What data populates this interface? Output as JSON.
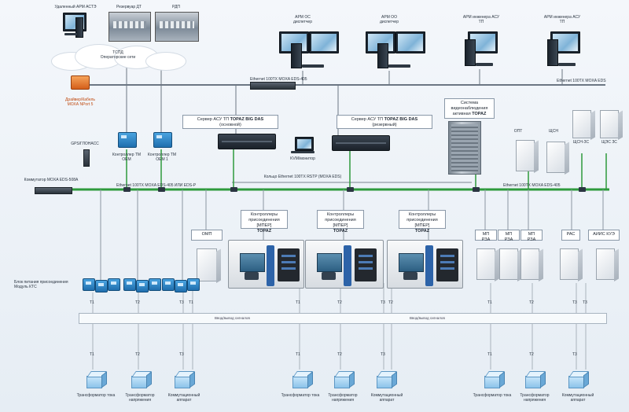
{
  "top": {
    "remote_arm": "Удаленный АРМ АСТЭ",
    "photo1": "Резервуар ДТ",
    "photo2": "РДП",
    "cloud_label1": "ТСПД",
    "cloud_label2": "Операторские сети",
    "arm_label": "Драйвер/Кабель",
    "arm_sub": "МОХА NPort 5"
  },
  "workstations": [
    {
      "name": "АРМ ОС",
      "sub": "диспетчер"
    },
    {
      "name": "АРМ ОО",
      "sub": "диспетчер"
    },
    {
      "name": "АРМ инженера АСУ",
      "sub": "ТП"
    },
    {
      "name": "АРМ инженера АСУ",
      "sub": "ТП"
    }
  ],
  "ethernet_top": {
    "left": "Ethernet 100TX MOXA EDS-405",
    "right": "Ethernet 100TX MOXA EDS"
  },
  "controllers_tm": [
    {
      "name": "Контроллер ТМ",
      "sub": "ОЕМ"
    },
    {
      "name": "Контроллер ТМ",
      "sub": "ОЕМ 1"
    }
  ],
  "servers": [
    {
      "line1": "Сервер АСУ ТП",
      "brand": "TOPAZ BIG DAS",
      "line2": "(основной)"
    },
    {
      "line1": "Сервер АСУ ТП",
      "brand": "TOPAZ BIG DAS",
      "line2": "(резервный)"
    }
  ],
  "sync_label": "KVM/монитор",
  "time_sync": "GPS/ГЛОНАСС",
  "video": {
    "line1": "Система",
    "line2": "видеонаблюдения",
    "line3": "активная",
    "brand": "TOPAZ"
  },
  "right_cabinets": [
    "ОПТ",
    "ЩСН",
    "ЩСН-ЗС",
    "ЩЭС ЗС"
  ],
  "ring_label": "Кольцо Ethernet 100TX RSTP (MOXA EDS)",
  "eth_left": "Ethernet 100TX MOXA EDS-405 ИЛИ EDS-P",
  "eth_right": "Ethernet 100TX MOXA EDS-405",
  "switch_left": "Коммутатор",
  "switch_left_sub": "MOXA EDS-508A",
  "gps": "GPS/ГЛОНАСС",
  "ctrl_cabinets": [
    {
      "line1": "Контроллеры",
      "line2": "присоединения [МПЕР]",
      "brand": "TOPAZ"
    },
    {
      "line1": "Контроллеры",
      "line2": "присоединения [МПЕР]",
      "brand": "TOPAZ"
    },
    {
      "line1": "Контроллеры",
      "line2": "присоединения [МПЕР]",
      "brand": "TOPAZ"
    }
  ],
  "omp": "ОМП",
  "mp_boxes": [
    "МП РЗА",
    "МП РЗА",
    "МП РЗА",
    "РАС",
    "АИИС КУЭ"
  ],
  "relays_label": "Блок питания присоединения",
  "relays_sub": "Модуль КТС",
  "tnums_mid": [
    "Т1",
    "Т2",
    "Т3",
    "Т1",
    "Т2",
    "Т3",
    "Т1",
    "Т2",
    "Т3",
    "Т1",
    "Т2",
    "Т3"
  ],
  "sep_left": "Ввод/вывод сигналов",
  "sep_right": "Ввод/вывод сигналов",
  "bottom_groups": [
    {
      "t": [
        "Т1",
        "Т2",
        "Т3"
      ],
      "labels": [
        "Трансформатор тока",
        "Трансформатор напряжения",
        "Коммутационный аппарат"
      ]
    },
    {
      "t": [
        "Т1",
        "Т2",
        "Т3"
      ],
      "labels": [
        "Трансформатор тока",
        "Трансформатор напряжения",
        "Коммутационный аппарат"
      ]
    },
    {
      "t": [
        "Т1",
        "Т2",
        "Т3"
      ],
      "labels": [
        "Трансформатор тока",
        "Трансформатор напряжения",
        "Коммутационный аппарат"
      ]
    }
  ],
  "colors": {
    "bus": "#2e9a3c",
    "eth_gray": "#7a8490",
    "accent": "#2d63a8"
  }
}
